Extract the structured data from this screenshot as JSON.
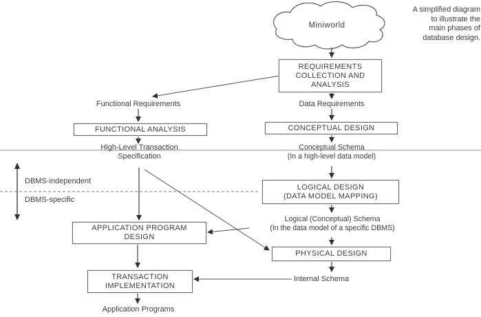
{
  "caption": "A simplified diagram\nto illustrate the\nmain phases of\ndatabase design.",
  "cloud": {
    "label": "Miniworld"
  },
  "boxes": {
    "requirements": {
      "label": "REQUIREMENTS\nCOLLECTION AND\nANALYSIS"
    },
    "functional_analysis": {
      "label": "FUNCTIONAL ANALYSIS"
    },
    "conceptual_design": {
      "label": "CONCEPTUAL DESIGN"
    },
    "logical_design": {
      "label": "LOGICAL DESIGN\n(DATA MODEL MAPPING)"
    },
    "application_program_design": {
      "label": "APPLICATION PROGRAM\nDESIGN"
    },
    "physical_design": {
      "label": "PHYSICAL DESIGN"
    },
    "transaction_implementation": {
      "label": "TRANSACTION\nIMPLEMENTATION"
    }
  },
  "labels": {
    "functional_requirements": "Functional Requirements",
    "data_requirements": "Data Requirements",
    "high_level_transaction_specification": "High-Level Transaction\nSpecification",
    "conceptual_schema": "Conceptual Schema\n(In a high-level data model)",
    "logical_schema": "Logical (Conceptual) Schema\n(In the data model of a specific DBMS)",
    "internal_schema": "Internal Schema",
    "application_programs": "Application Programs",
    "dbms_independent": "DBMS-independent",
    "dbms_specific": "DBMS-specific"
  },
  "colors": {
    "background": "#ffffff",
    "text": "#3b3b3b",
    "arrow_line": "#4c4c4c",
    "box_border": "#6a6a6a",
    "divider_line": "#8a8a8a",
    "dashed_line": "#777777"
  }
}
